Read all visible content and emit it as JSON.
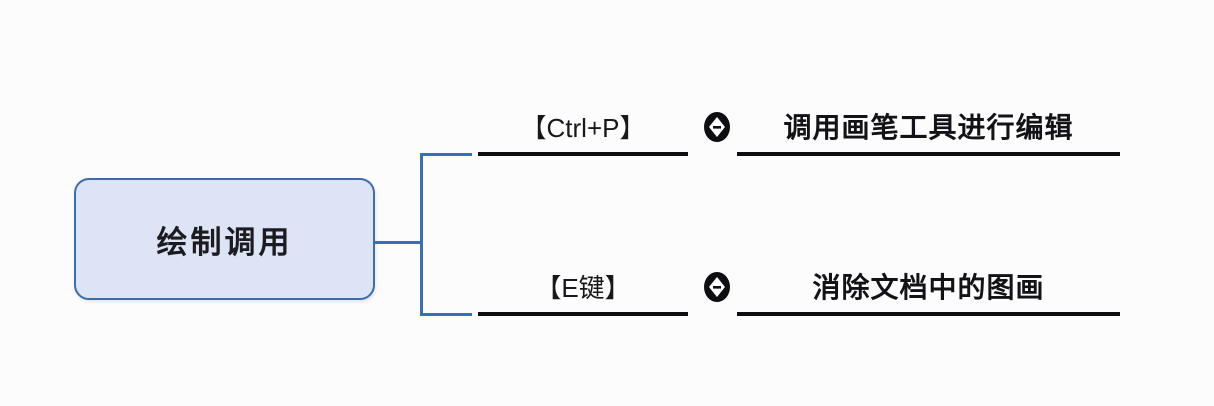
{
  "diagram": {
    "type": "mind-map",
    "background_color": "#fcfcfd",
    "root": {
      "label": "绘制调用",
      "fill_color": "#dce4f5",
      "border_color": "#3d6ca8"
    },
    "connector_color": "#3a6fb5",
    "branches": [
      {
        "key": "【Ctrl+P】",
        "icon": "ring-bullet-icon",
        "description": "调用画笔工具进行编辑"
      },
      {
        "key": "【E键】",
        "icon": "ring-bullet-icon",
        "description": "消除文档中的图画"
      }
    ]
  }
}
